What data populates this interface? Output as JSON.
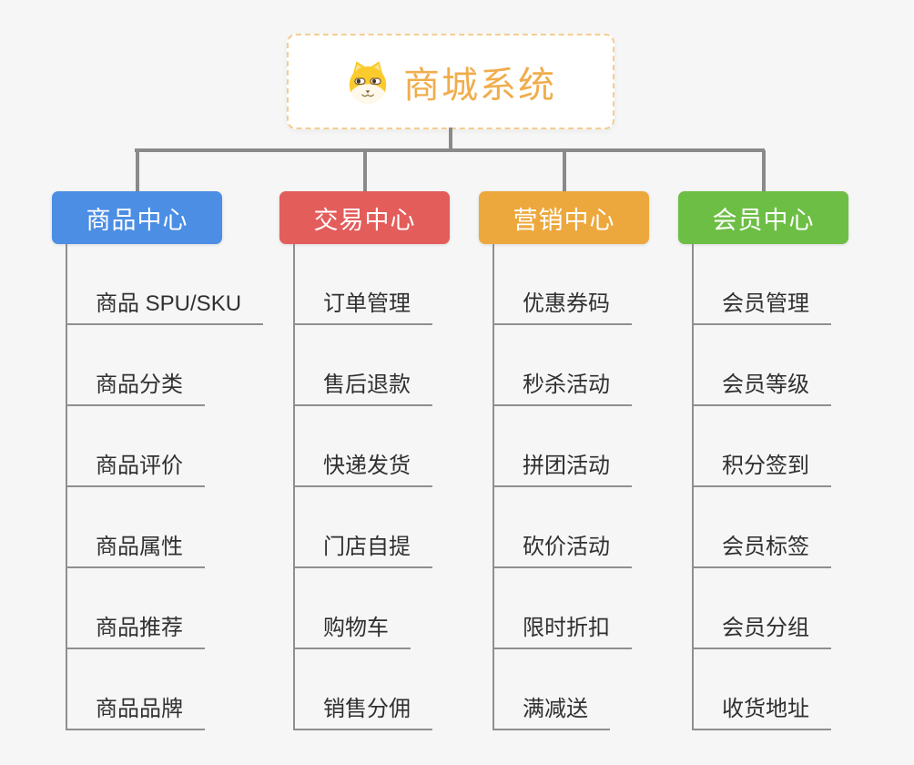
{
  "canvas": {
    "background": "#F6F6F6",
    "connector_color": "#8A8A8A",
    "leaf_line_color": "#8F8F8F",
    "leaf_text_color": "#303030"
  },
  "root": {
    "title": "商城系统",
    "icon": "dog-face-icon",
    "text_color": "#F0AD4D",
    "border_color": "#F5CD90",
    "background": "#FFFFFF"
  },
  "branches": [
    {
      "id": "product-center",
      "label": "商品中心",
      "color": "#4B8EE4",
      "items": [
        "商品 SPU/SKU",
        "商品分类",
        "商品评价",
        "商品属性",
        "商品推荐",
        "商品品牌"
      ]
    },
    {
      "id": "trade-center",
      "label": "交易中心",
      "color": "#E35D5B",
      "items": [
        "订单管理",
        "售后退款",
        "快递发货",
        "门店自提",
        "购物车",
        "销售分佣"
      ]
    },
    {
      "id": "marketing-center",
      "label": "营销中心",
      "color": "#EDA83D",
      "items": [
        "优惠券码",
        "秒杀活动",
        "拼团活动",
        "砍价活动",
        "限时折扣",
        "满减送"
      ]
    },
    {
      "id": "member-center",
      "label": "会员中心",
      "color": "#6DBE45",
      "items": [
        "会员管理",
        "会员等级",
        "积分签到",
        "会员标签",
        "会员分组",
        "收货地址"
      ]
    }
  ]
}
